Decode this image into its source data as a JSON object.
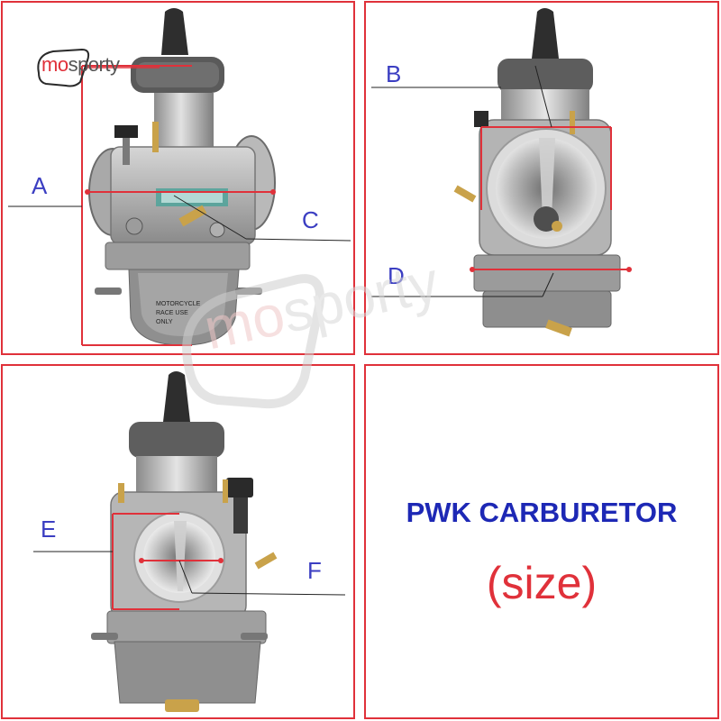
{
  "brand": {
    "mo": "mo",
    "sporty": "sporty"
  },
  "watermark": {
    "mo": "mo",
    "sporty": "sporty"
  },
  "labels": {
    "a": "A",
    "b": "B",
    "c": "C",
    "d": "D",
    "e": "E",
    "f": "F"
  },
  "product": {
    "title": "PWK CARBURETOR",
    "subtitle": "(size)"
  },
  "colors": {
    "frame": "#e0313a",
    "label": "#3b3ec2",
    "title": "#1d28b5",
    "subtitle": "#e0313a"
  }
}
